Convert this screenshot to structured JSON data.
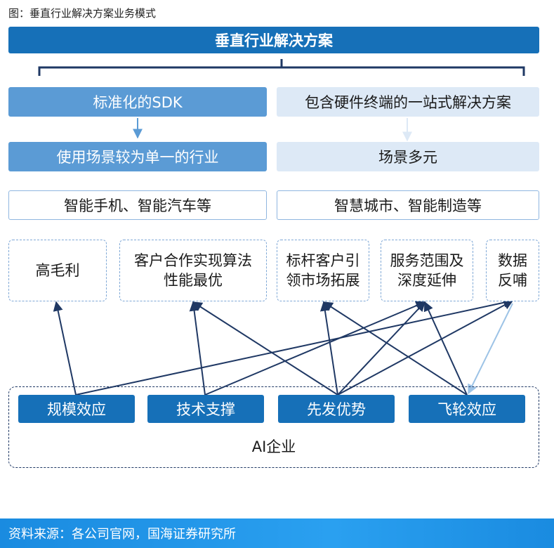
{
  "caption": "图：垂直行业解决方案业务模式",
  "title": "垂直行业解决方案",
  "left": {
    "level1": "标准化的SDK",
    "level2": "使用场景较为单一的行业",
    "level3": "智能手机、智能汽车等"
  },
  "right": {
    "level1": "包含硬件终端的一站式解决方案",
    "level2": "场景多元",
    "level3": "智慧城市、智能制造等"
  },
  "features": [
    {
      "line1": "高毛利",
      "line2": ""
    },
    {
      "line1": "客户合作实现算法",
      "line2": "性能最优"
    },
    {
      "line1": "标杆客户引",
      "line2": "领市场拓展"
    },
    {
      "line1": "服务范围及",
      "line2": "深度延伸"
    },
    {
      "line1": "数据",
      "line2": "反哺"
    }
  ],
  "advantages": [
    "规模效应",
    "技术支撑",
    "先发优势",
    "飞轮效应"
  ],
  "ai_label": "AI企业",
  "source": "资料来源：各公司官网，国海证券研究所",
  "colors": {
    "primary": "#1670b8",
    "mid": "#5b9bd5",
    "light": "#dde9f6",
    "dark_arrow": "#1f3864",
    "light_arrow": "#9dc3e6"
  }
}
